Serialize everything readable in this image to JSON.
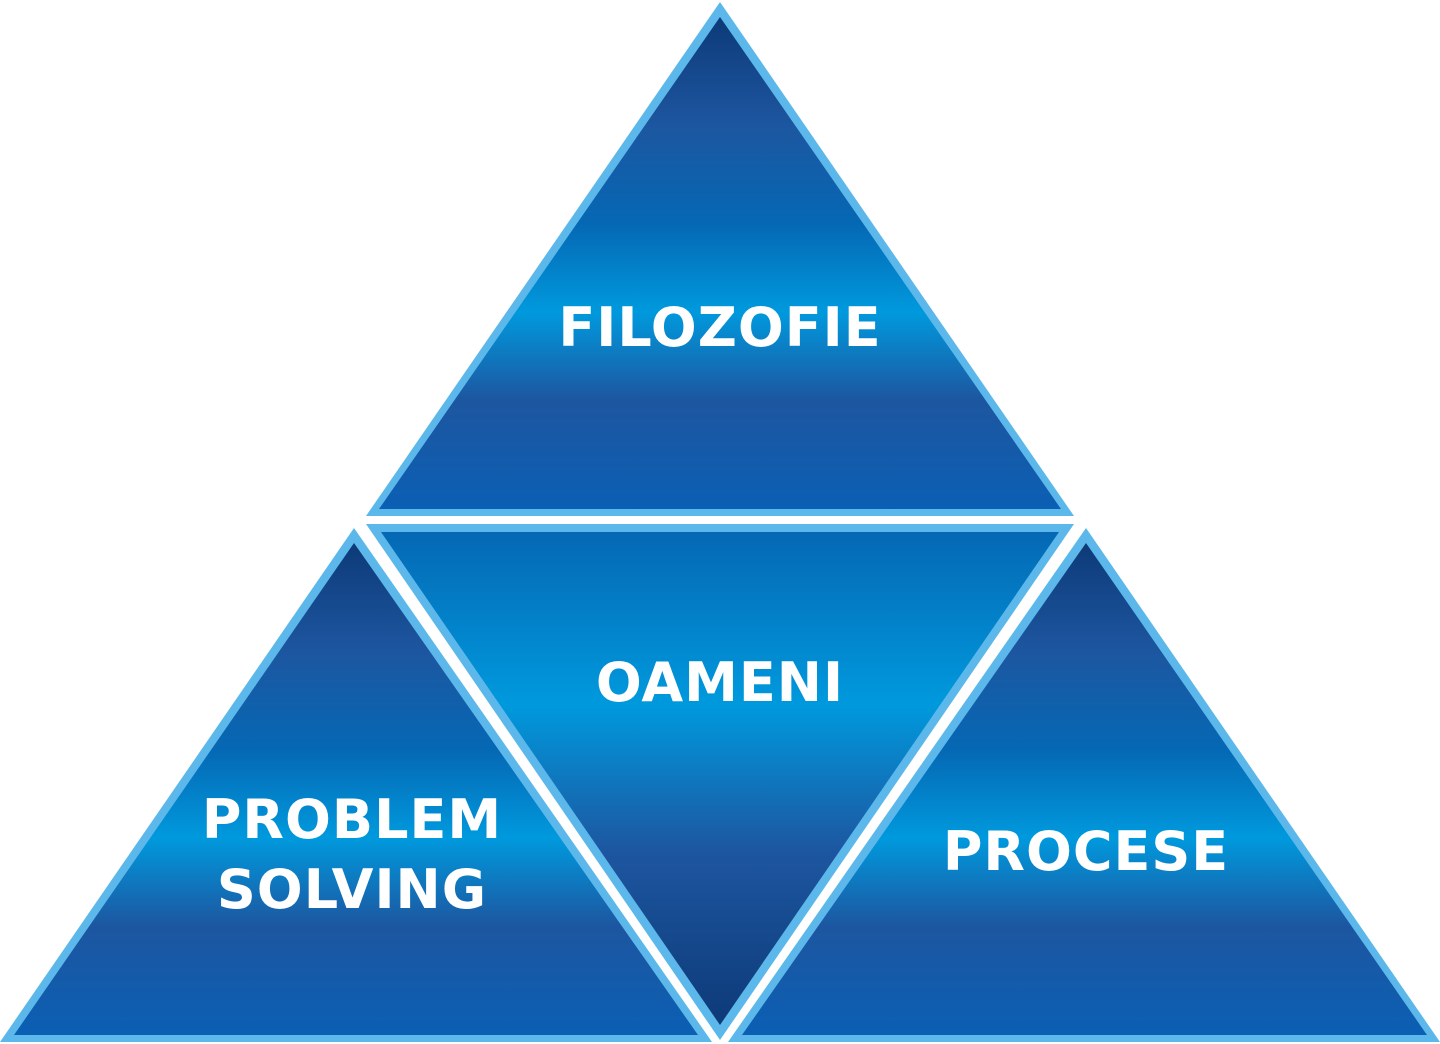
{
  "diagram": {
    "type": "triangle-pyramid",
    "colors": {
      "border": "#5cb8ea",
      "gradient_dark": "#0d3a78",
      "gradient_mid": "#1d56a0",
      "gradient_light": "#0099dd",
      "text": "#ffffff"
    },
    "sections": {
      "top": {
        "label": "FILOZOFIE"
      },
      "center": {
        "label": "OAMENI"
      },
      "left": {
        "line1": "PROBLEM",
        "line2": "SOLVING"
      },
      "right": {
        "label": "PROCESE"
      }
    }
  }
}
